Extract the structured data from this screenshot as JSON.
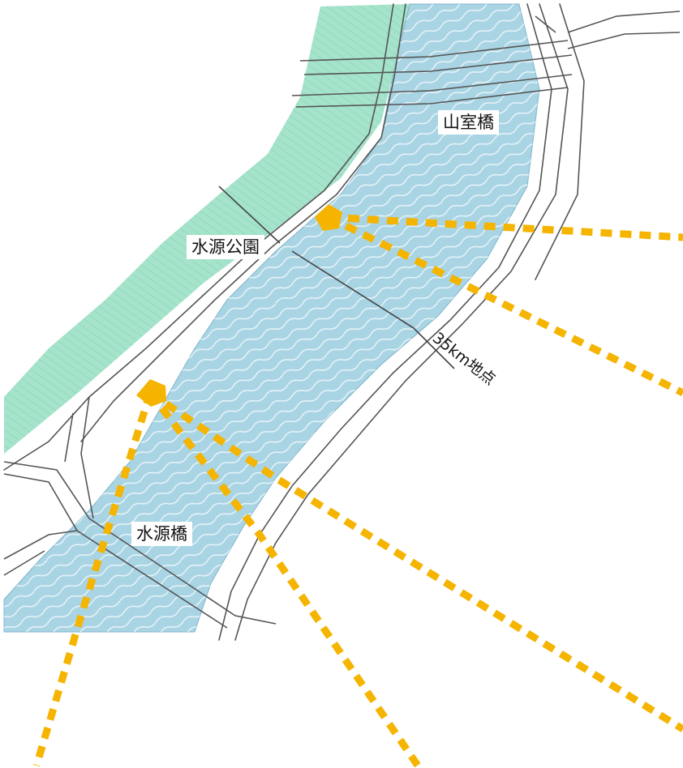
{
  "labels": {
    "yamamuro_bridge": "山室橋",
    "suigen_park": "水源公園",
    "point_35km": "35km地点",
    "suigen_bridge": "水源橋"
  },
  "colors": {
    "river": "#a9d4e4",
    "river_stroke": "#7fb6cc",
    "green_bank": "#9fe0c6",
    "road_line": "#555555",
    "sight_line": "#f5b400",
    "marker": "#f5b400"
  },
  "icons": {
    "viewpoint_upper": "viewpoint-marker-icon",
    "viewpoint_lower": "viewpoint-marker-icon"
  }
}
